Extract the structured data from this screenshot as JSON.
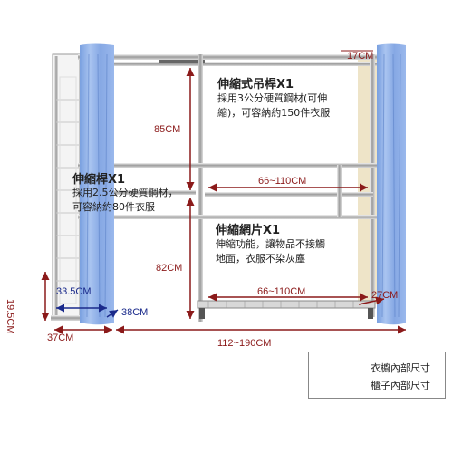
{
  "labels": {
    "top_width": "17CM",
    "rod_height": "85CM",
    "mid_height": "82CM",
    "rod1_width": "66~110CM",
    "rod2_width": "66~110CM",
    "right_depth": "27CM",
    "side_depth": "33.5CM",
    "side_width": "37CM",
    "foot_height": "19.5CM",
    "foot_depth": "38CM",
    "total_width": "112~190CM"
  },
  "callouts": {
    "telescopic_hanger": {
      "title": "伸縮式吊桿X1",
      "desc": "採用3公分硬質鋼材(可伸\n縮)，可容納約150件衣服"
    },
    "telescopic_rod": {
      "title": "伸縮桿X1",
      "desc": "採用2.5公分硬質鋼材，\n可容納約80件衣服"
    },
    "telescopic_mesh": {
      "title": "伸縮網片X1",
      "desc": "伸縮功能，讓物品不接觸\n地面，衣服不染灰塵"
    }
  },
  "legend": {
    "wardrobe_inner": "衣櫥內部尺寸",
    "cabinet_inner": "櫃子內部尺寸",
    "color_red": "#8b1a1a",
    "color_blue": "#1a2a8b"
  }
}
